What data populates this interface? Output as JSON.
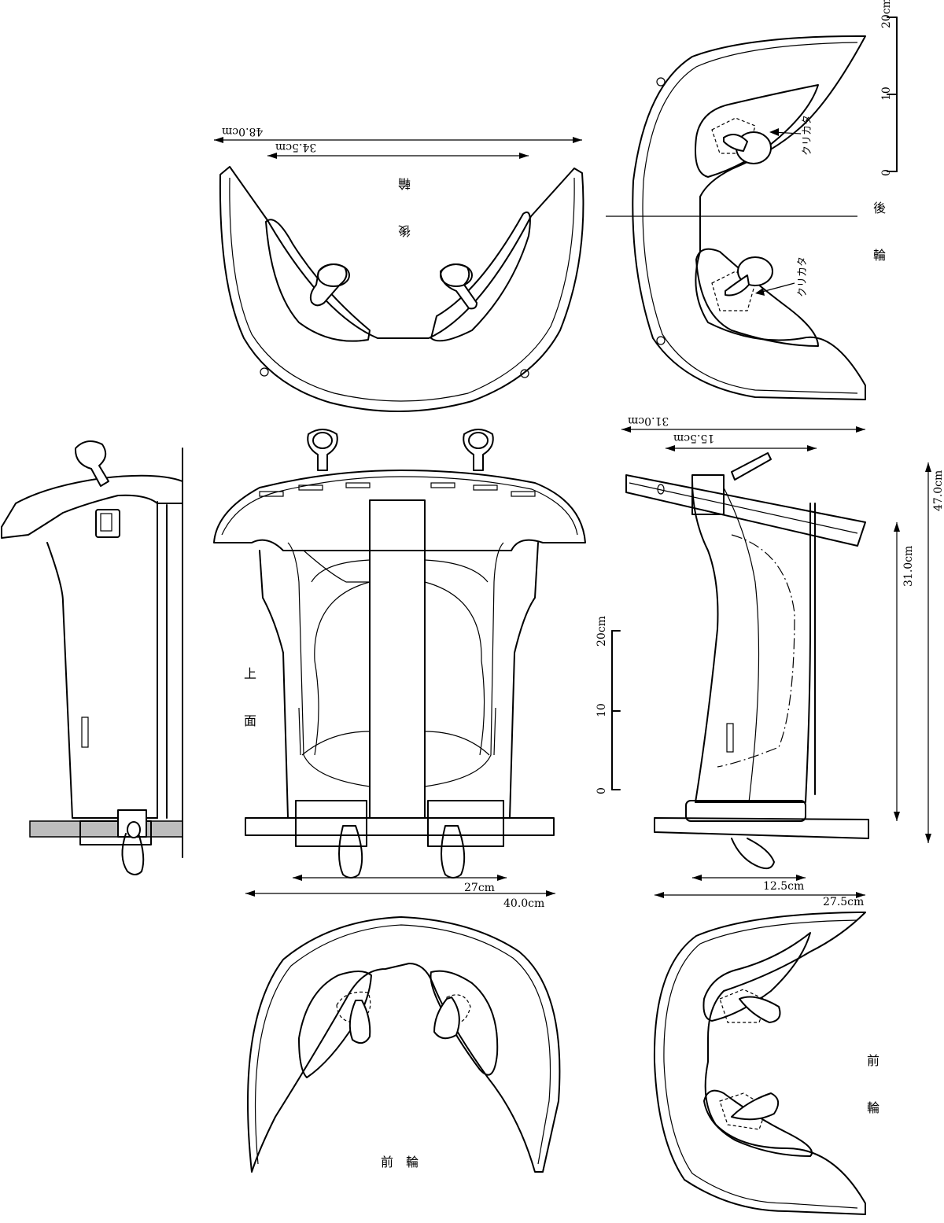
{
  "labels": {
    "rear_arch_top": "後　輪",
    "rear_arch_side": "後　輪",
    "top_view": "上　面",
    "front_arch_bottom": "前　輪",
    "front_arch_side": "前　輪",
    "fitting_upper": "クリカタ",
    "fitting_lower": "クリカタ"
  },
  "dimensions": {
    "rear_width_outer": "48.0cm",
    "rear_width_inner": "34.5cm",
    "side_length_outer": "31.0cm",
    "side_length_inner": "15.5cm",
    "top_inner_width": "27cm",
    "top_outer_width": "40.0cm",
    "side_base_inner": "12.5cm",
    "side_base_outer": "27.5cm",
    "height_inner": "31.0cm",
    "height_outer": "47.0cm"
  },
  "scales": {
    "right": {
      "ticks": [
        "0",
        "10",
        "20cm"
      ]
    },
    "center": {
      "ticks": [
        "0",
        "10",
        "20cm"
      ]
    }
  }
}
